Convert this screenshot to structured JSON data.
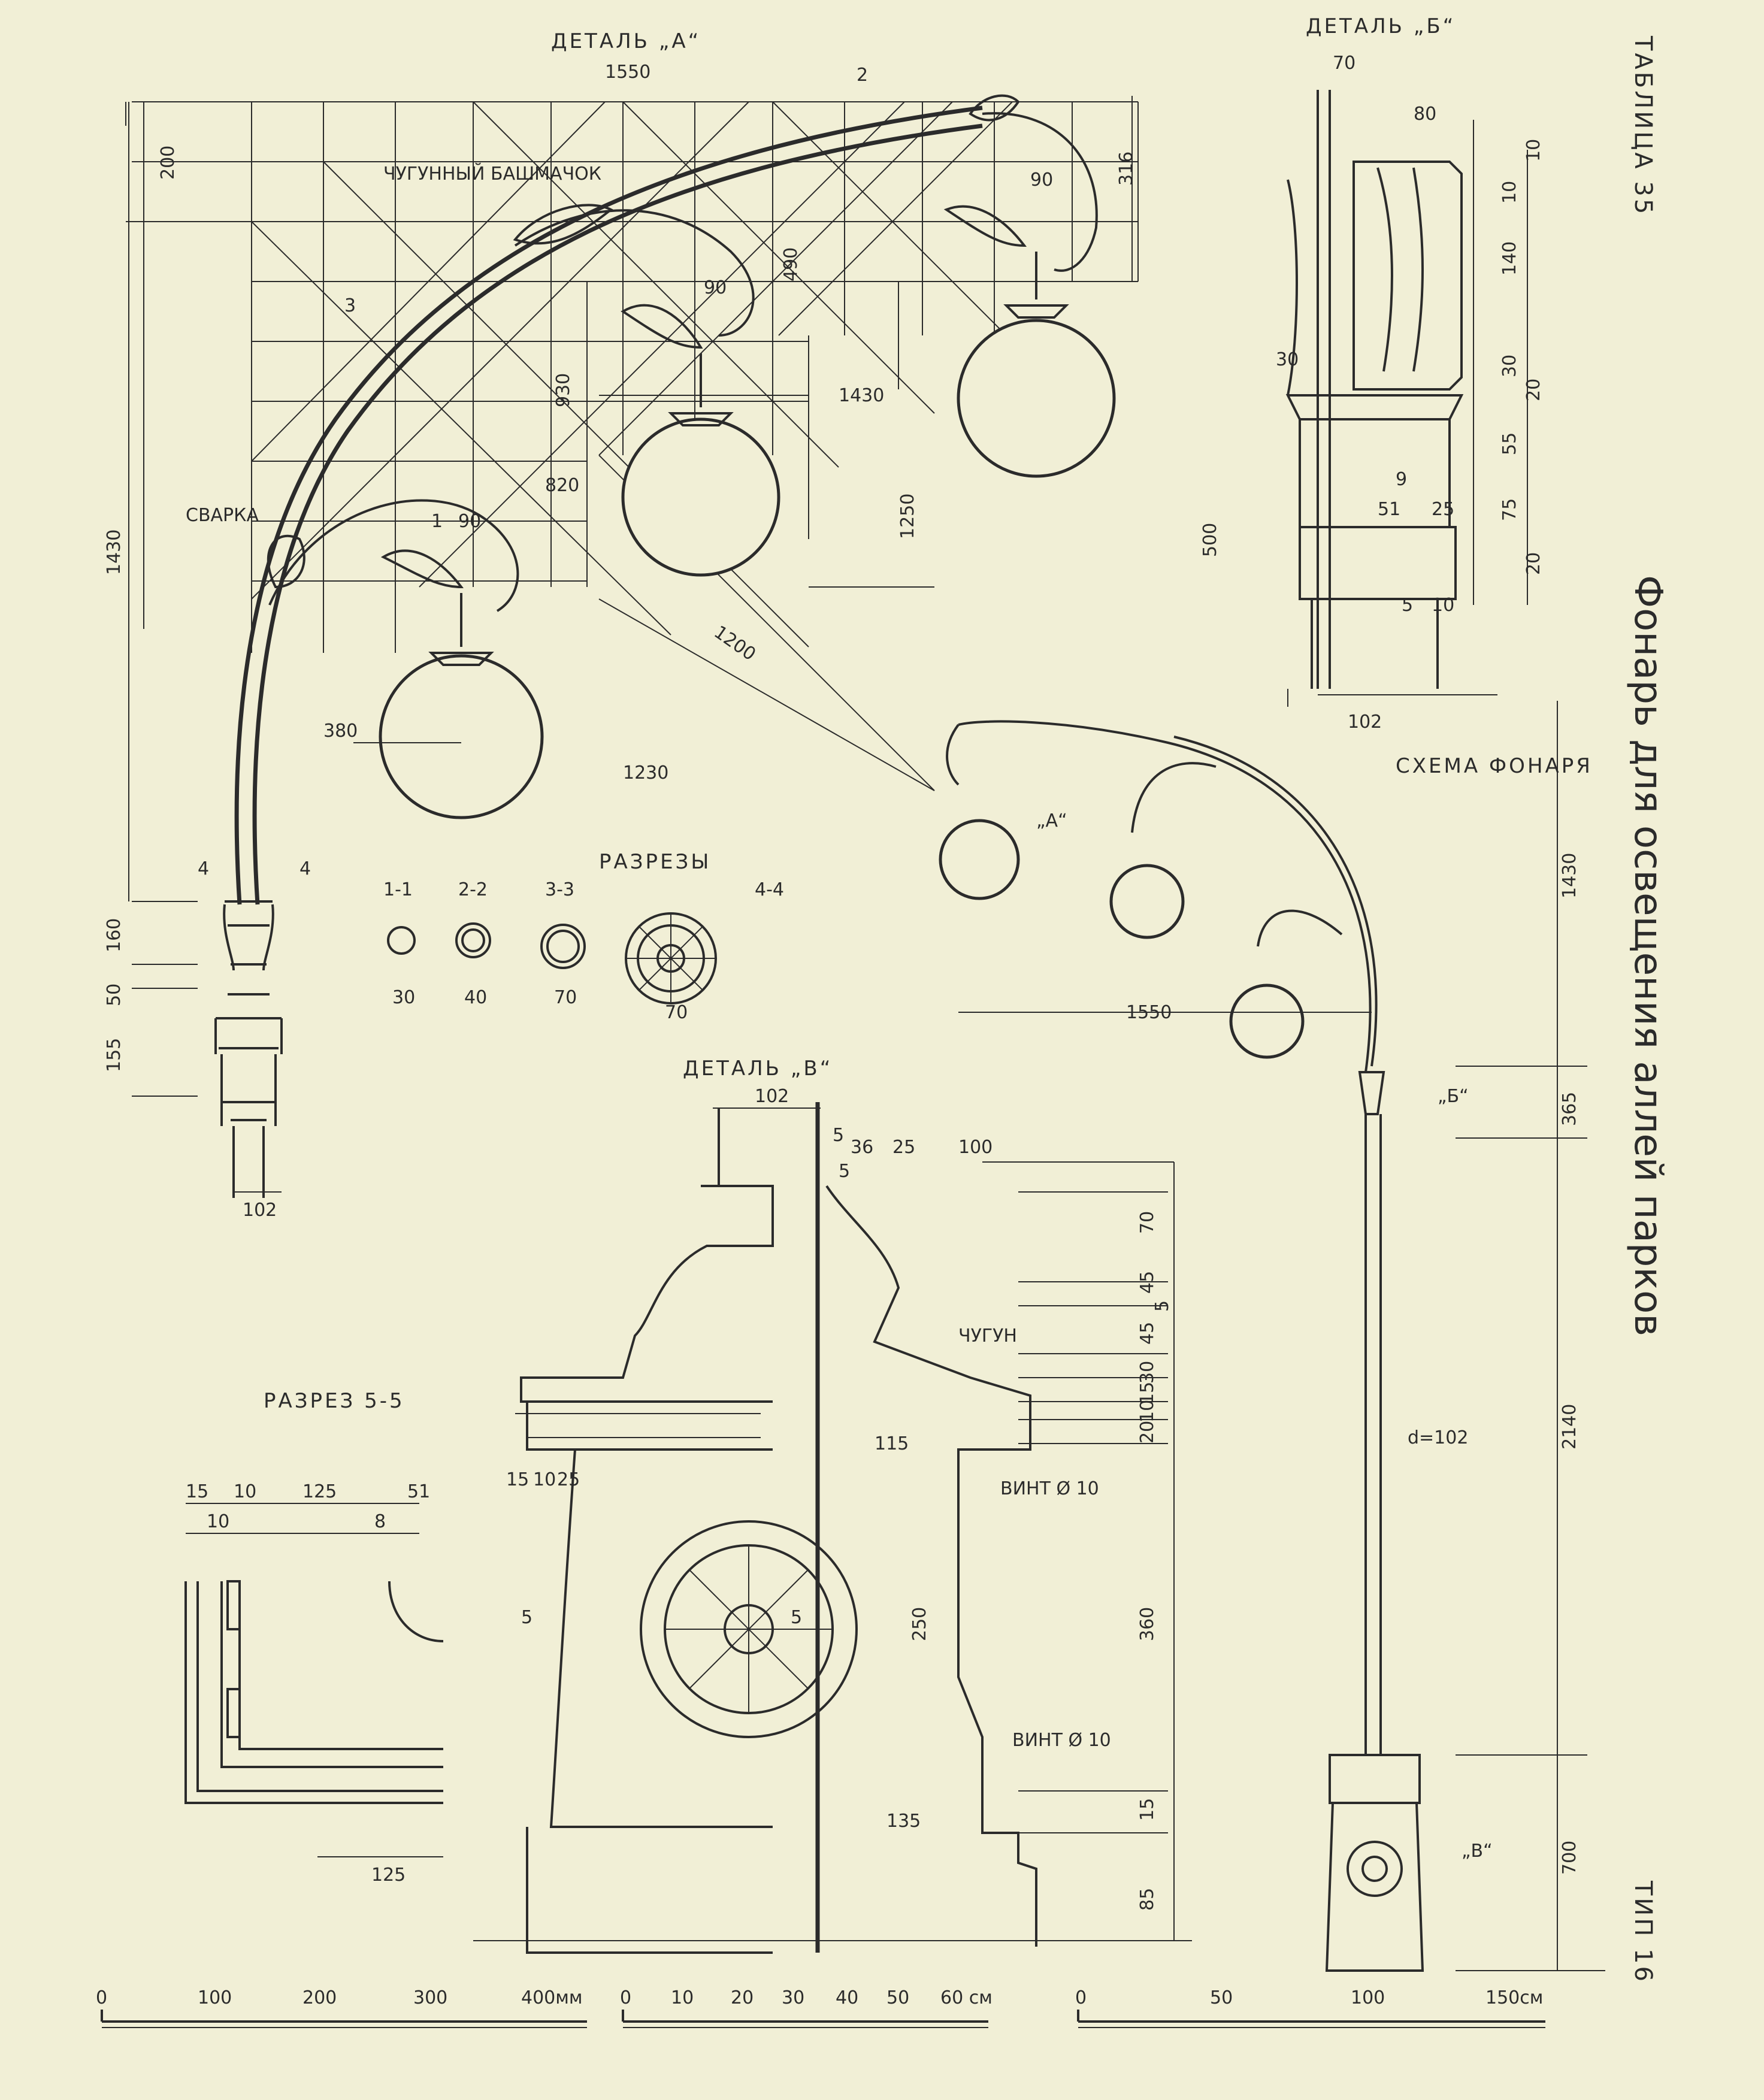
{
  "sheet": {
    "table_label": "ТАБЛИЦА 35",
    "title": "Фонарь для освещения аллей парков",
    "type_label": "ТИП 16"
  },
  "detail_a": {
    "caption": "ДЕТАЛЬ „А“",
    "callout_shoe": "ЧУГУННЫЙ БАШМАЧОК",
    "callout_weld": "СВАРКА",
    "dims": {
      "top": "1550",
      "d200": "200",
      "d316": "316",
      "d490": "490",
      "d930": "930",
      "d1430w": "1430",
      "d820": "820",
      "d1250": "1250",
      "d1200": "1200",
      "d380": "380",
      "d1230": "1230",
      "d1430h": "1430",
      "d160": "160",
      "d50": "50",
      "d155": "155",
      "d102": "102",
      "a1": "90",
      "a2": "90",
      "a3": "90",
      "s1": "1",
      "s2": "2",
      "s3": "3",
      "s4": "4"
    }
  },
  "sections": {
    "caption": "РАЗРЕЗЫ",
    "labels": [
      "1-1",
      "2-2",
      "3-3",
      "4-4"
    ],
    "dims": [
      "30",
      "40",
      "70",
      "70"
    ]
  },
  "detail_b": {
    "caption": "ДЕТАЛЬ „Б“",
    "dims": [
      "70",
      "80",
      "10",
      "10",
      "140",
      "30",
      "20",
      "55",
      "75",
      "20",
      "5",
      "10",
      "9",
      "51",
      "25",
      "30",
      "500",
      "102"
    ]
  },
  "scheme": {
    "caption": "СХЕМА ФОНАРЯ",
    "label_a": "„А“",
    "label_b": "„Б“",
    "label_v": "„В“",
    "dims": {
      "w1550": "1550",
      "h1430": "1430",
      "h365": "365",
      "h2140": "2140",
      "h700": "700",
      "d": "d=102"
    }
  },
  "detail_v": {
    "caption": "ДЕТАЛЬ „В“",
    "callout_iron": "ЧУГУН",
    "callout_screw1": "ВИНТ Ø 10",
    "callout_screw2": "ВИНТ Ø 10",
    "dims": [
      "102",
      "5",
      "36",
      "25",
      "100",
      "5",
      "70",
      "45",
      "5",
      "45",
      "30",
      "15",
      "10",
      "20",
      "115",
      "15",
      "10",
      "25",
      "250",
      "360",
      "135",
      "15",
      "85",
      "5",
      "5"
    ]
  },
  "section_55": {
    "caption": "РАЗРЕЗ 5-5",
    "dims": [
      "15",
      "10",
      "125",
      "51",
      "10",
      "8",
      "125"
    ]
  },
  "scales": [
    {
      "ticks": [
        "0",
        "100",
        "200",
        "300",
        "400мм"
      ]
    },
    {
      "ticks": [
        "0",
        "10",
        "20",
        "30",
        "40",
        "50",
        "60 см"
      ]
    },
    {
      "ticks": [
        "0",
        "50",
        "100",
        "150см"
      ]
    }
  ]
}
